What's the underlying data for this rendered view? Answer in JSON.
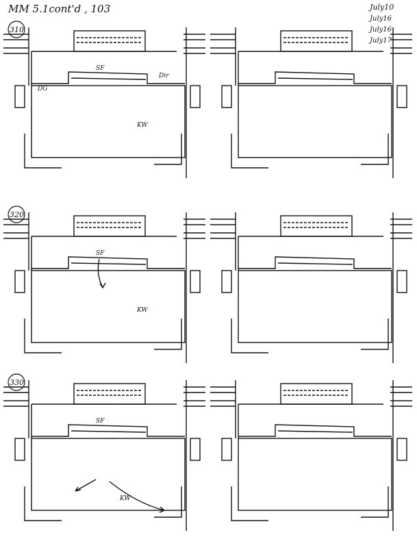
{
  "header": {
    "title": "MM 5.1cont'd , 103"
  },
  "dates": [
    "July10",
    "July16",
    "July16",
    "July17"
  ],
  "panels": [
    {
      "room": "310",
      "notes": {
        "sf": "SF",
        "kw": "KW",
        "dg": "DG",
        "dir": "Dir"
      }
    },
    {
      "room": "",
      "notes": {}
    },
    {
      "room": "320",
      "notes": {
        "sf": "SF",
        "kw": "KW"
      }
    },
    {
      "room": "",
      "notes": {}
    },
    {
      "room": "330",
      "notes": {
        "sf": "SF",
        "kw": "KW"
      }
    },
    {
      "room": "",
      "notes": {}
    }
  ]
}
